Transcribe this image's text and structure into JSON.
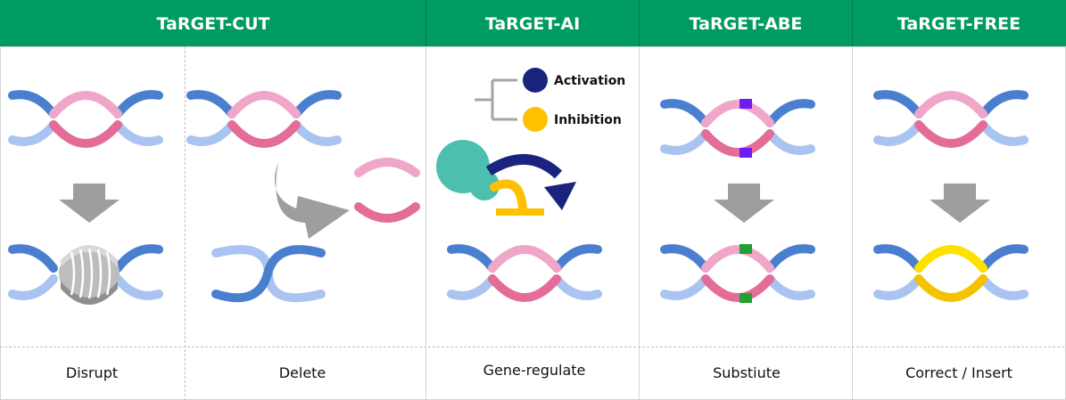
{
  "columns": [
    {
      "header": "TaRGET-CUT"
    },
    {
      "header": "TaRGET-AI"
    },
    {
      "header": "TaRGET-ABE"
    },
    {
      "header": "TaRGET-FREE"
    }
  ],
  "captions": [
    "Disrupt",
    "Delete",
    "Gene-regulate",
    "Substiute",
    "Correct / Insert"
  ],
  "legend": {
    "activation": "Activation",
    "inhibition": "Inhibition"
  },
  "colors": {
    "header_bg": "#009B62",
    "dna_dark_blue": "#4A7FD0",
    "dna_light_blue": "#A9C4F0",
    "dna_pink": "#F0A6C8",
    "dna_dark_pink": "#E36D98",
    "disrupt_gray": "#BDBDBD",
    "substitute_purple": "#6D1CF2",
    "substitute_green": "#22A033",
    "insert_yellow": "#FFE100",
    "insert_dark_yellow": "#F5C200",
    "activation_navy": "#1A237E",
    "inhibition_amber": "#FFC000",
    "protein_teal": "#4DBFAE",
    "arrow_gray": "#9E9E9E"
  }
}
